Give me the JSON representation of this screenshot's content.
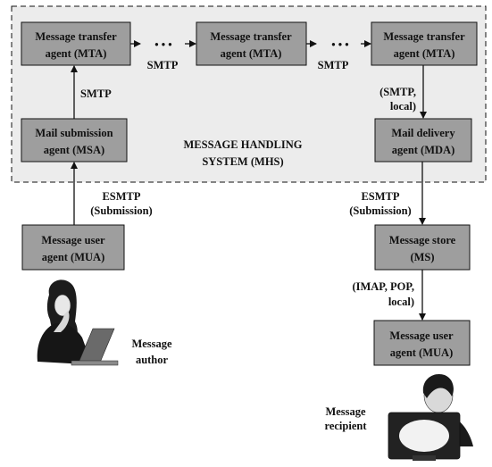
{
  "system": {
    "title_line1": "MESSAGE HANDLING",
    "title_line2": "SYSTEM (MHS)"
  },
  "boxes": {
    "mta1": {
      "line1": "Message transfer",
      "line2": "agent (MTA)"
    },
    "mta2": {
      "line1": "Message transfer",
      "line2": "agent (MTA)"
    },
    "mta3": {
      "line1": "Message transfer",
      "line2": "agent (MTA)"
    },
    "msa": {
      "line1": "Mail submission",
      "line2": "agent (MSA)"
    },
    "mda": {
      "line1": "Mail delivery",
      "line2": "agent (MDA)"
    },
    "mua_author": {
      "line1": "Message user",
      "line2": "agent (MUA)"
    },
    "ms": {
      "line1": "Message store",
      "line2": "(MS)"
    },
    "mua_recipient": {
      "line1": "Message user",
      "line2": "agent (MUA)"
    }
  },
  "labels": {
    "smtp_mta1_mta2": "SMTP",
    "smtp_mta2_mta3": "SMTP",
    "smtp_msa_mta1": "SMTP",
    "mta3_mda_line1": "(SMTP,",
    "mta3_mda_line2": "local)",
    "esmtp_author_line1": "ESMTP",
    "esmtp_author_line2": "(Submission)",
    "esmtp_delivery_line1": "ESMTP",
    "esmtp_delivery_line2": "(Submission)",
    "imap_line1": "(IMAP, POP,",
    "imap_line2": "local)",
    "ellipsis": "• • •"
  },
  "people": {
    "author_line1": "Message",
    "author_line2": "author",
    "recipient_line1": "Message",
    "recipient_line2": "recipient"
  },
  "colors": {
    "box_fill": "#9e9e9e",
    "system_fill": "#ececec",
    "stroke": "#111111"
  }
}
